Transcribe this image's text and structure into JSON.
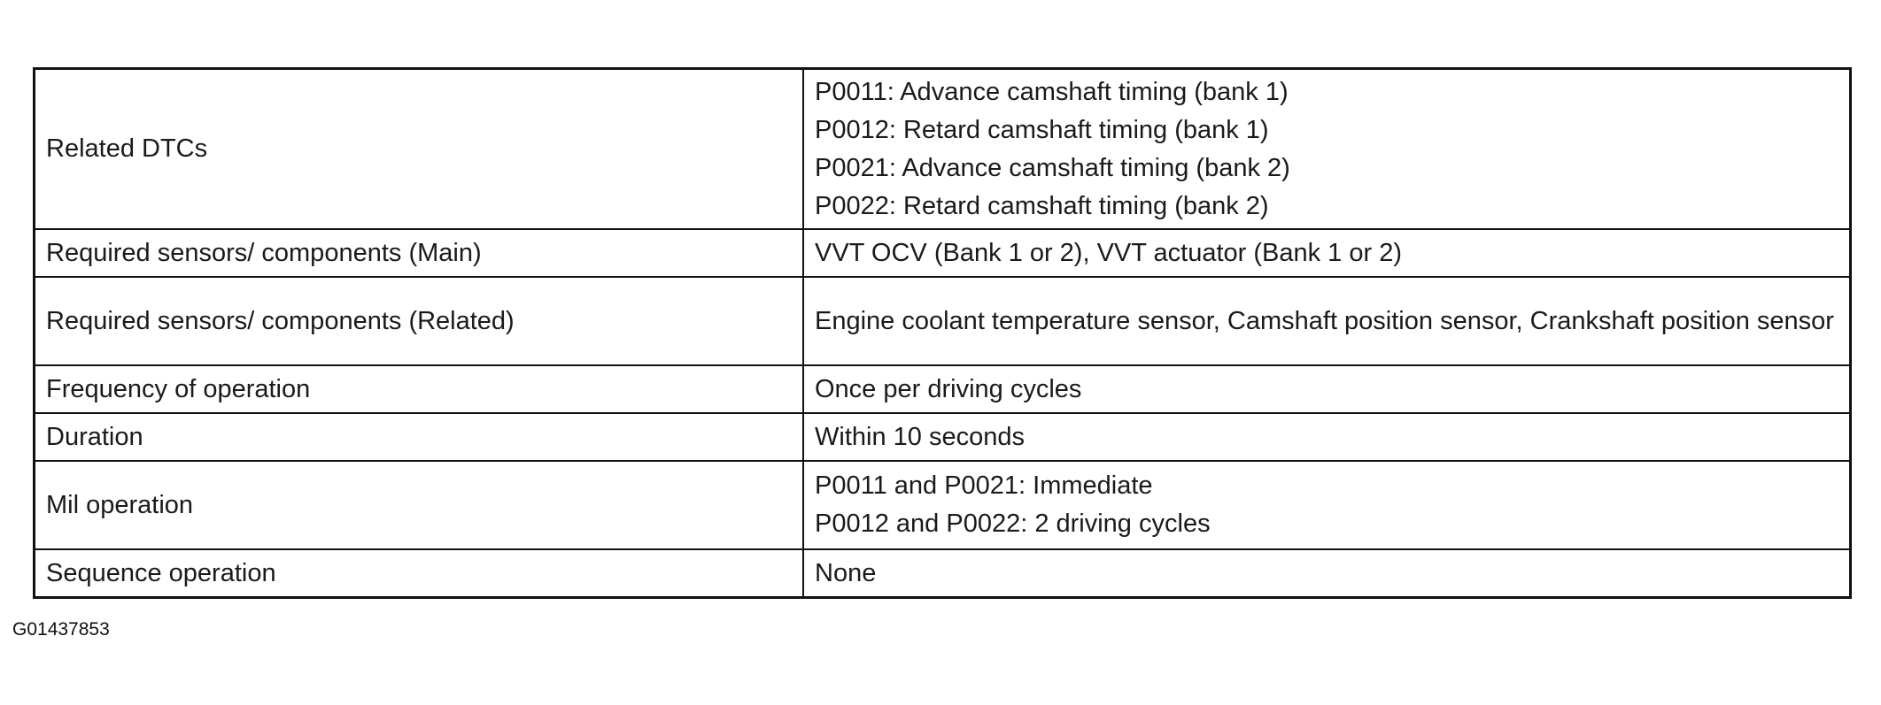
{
  "table": {
    "rows": [
      {
        "label": "Related DTCs",
        "lines": [
          "P0011: Advance camshaft timing (bank 1)",
          "P0012: Retard camshaft timing (bank 1)",
          "P0021: Advance camshaft timing (bank 2)",
          "P0022: Retard camshaft timing (bank 2)"
        ]
      },
      {
        "label": "Required sensors/ components (Main)",
        "lines": [
          "VVT OCV (Bank 1 or 2), VVT actuator (Bank 1 or 2)"
        ]
      },
      {
        "label": "Required sensors/ components (Related)",
        "lines": [
          "Engine coolant temperature sensor, Camshaft position sensor, Crankshaft position sensor"
        ]
      },
      {
        "label": "Frequency of operation",
        "lines": [
          "Once per driving cycles"
        ]
      },
      {
        "label": "Duration",
        "lines": [
          "Within 10 seconds"
        ]
      },
      {
        "label": "Mil operation",
        "lines": [
          "P0011 and P0021: Immediate",
          "P0012 and P0022: 2 driving cycles"
        ]
      },
      {
        "label": "Sequence operation",
        "lines": [
          "None"
        ]
      }
    ]
  },
  "figure_id": "G01437853"
}
